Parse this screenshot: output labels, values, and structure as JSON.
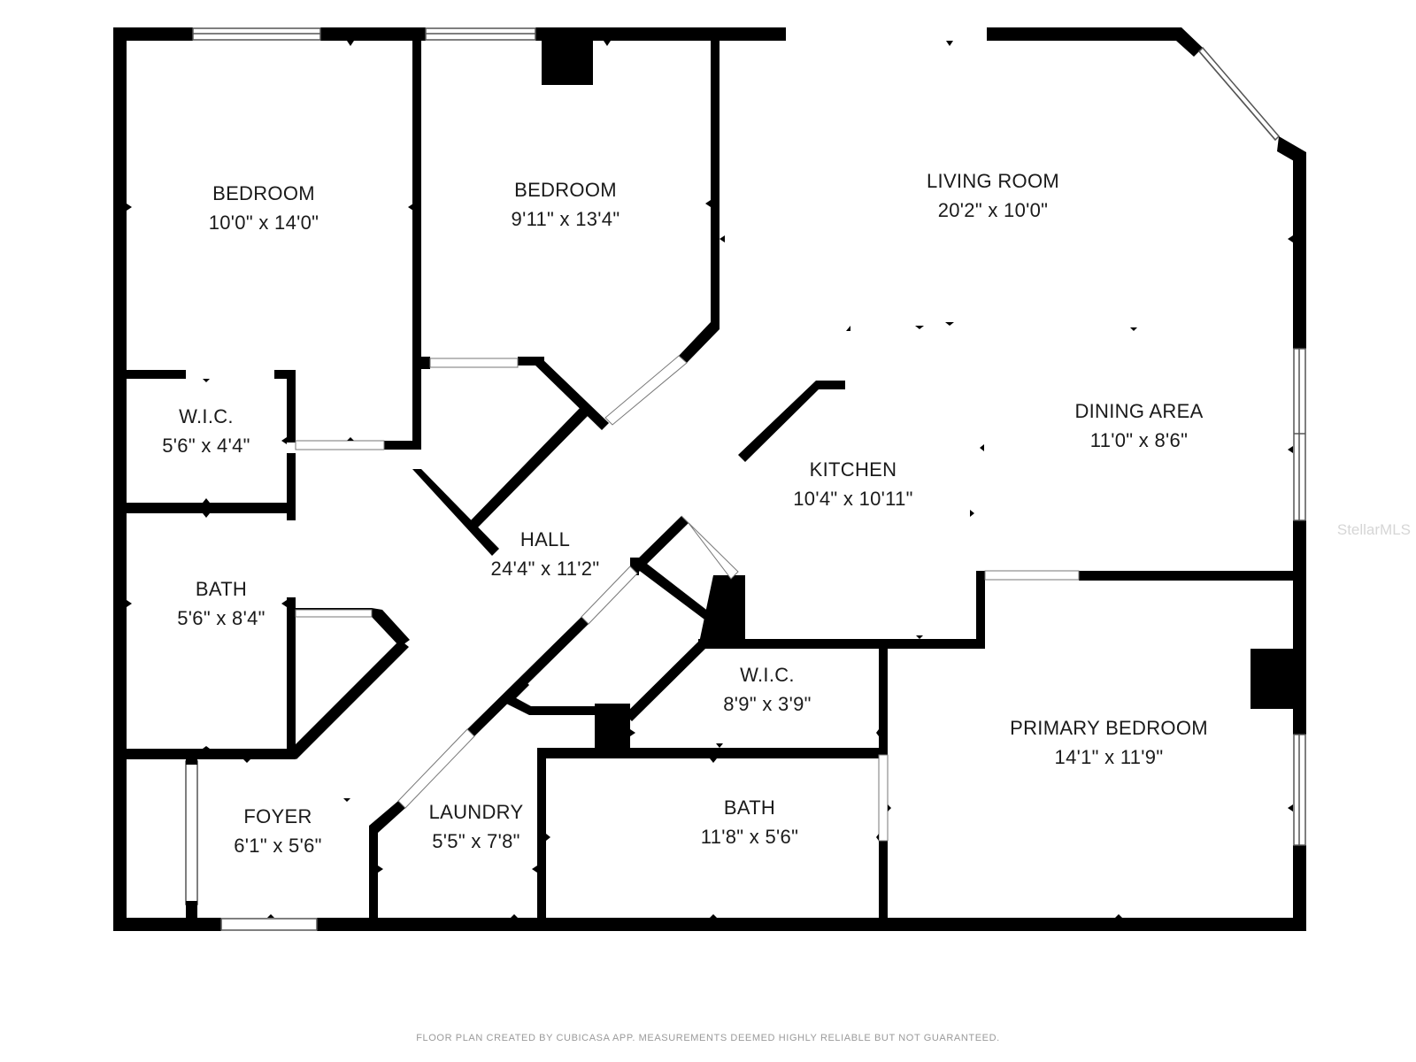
{
  "rooms": [
    {
      "name": "BEDROOM",
      "dims": "10'0\" x 14'0\""
    },
    {
      "name": "BEDROOM",
      "dims": "9'11\" x 13'4\""
    },
    {
      "name": "LIVING ROOM",
      "dims": "20'2\" x 10'0\""
    },
    {
      "name": "W.I.C.",
      "dims": "5'6\" x 4'4\""
    },
    {
      "name": "DINING AREA",
      "dims": "11'0\" x 8'6\""
    },
    {
      "name": "KITCHEN",
      "dims": "10'4\" x 10'11\""
    },
    {
      "name": "HALL",
      "dims": "24'4\" x 11'2\""
    },
    {
      "name": "BATH",
      "dims": "5'6\" x 8'4\""
    },
    {
      "name": "W.I.C.",
      "dims": "8'9\" x 3'9\""
    },
    {
      "name": "PRIMARY BEDROOM",
      "dims": "14'1\" x 11'9\""
    },
    {
      "name": "FOYER",
      "dims": "6'1\" x 5'6\""
    },
    {
      "name": "LAUNDRY",
      "dims": "5'5\" x 7'8\""
    },
    {
      "name": "BATH",
      "dims": "11'8\" x 5'6\""
    }
  ],
  "footer": "FLOOR PLAN CREATED BY CUBICASA APP. MEASUREMENTS DEEMED HIGHLY RELIABLE BUT NOT GUARANTEED.",
  "watermark": "StellarMLS",
  "colors": {
    "wall": "#000000",
    "window": "#7a7a7a",
    "background": "#ffffff"
  }
}
